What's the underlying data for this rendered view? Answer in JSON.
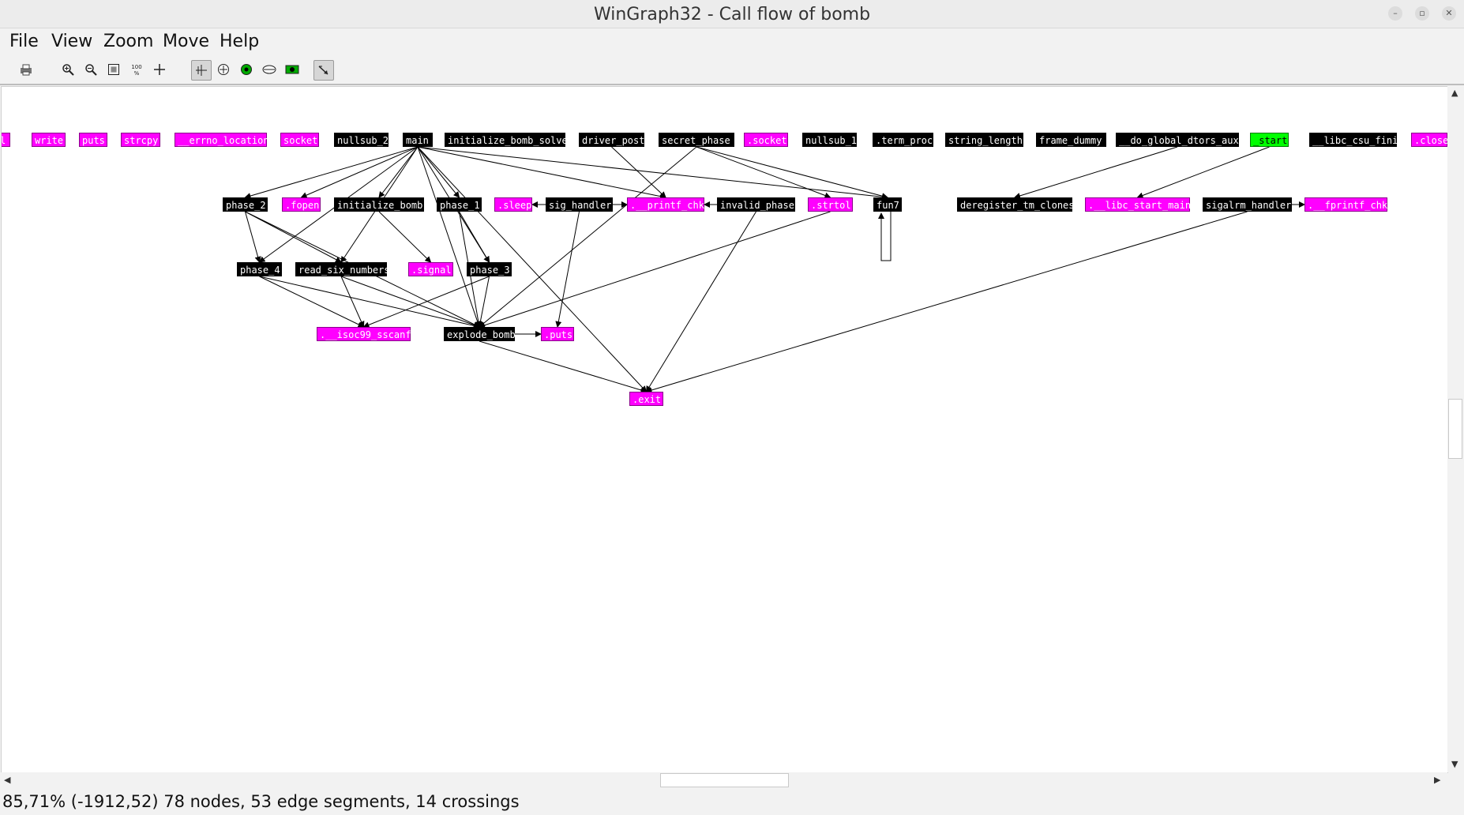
{
  "window": {
    "title": "WinGraph32 - Call flow of bomb",
    "controls": {
      "minimize": "–",
      "maximize": "▫",
      "close": "✕"
    }
  },
  "menu": [
    "File",
    "View",
    "Zoom",
    "Move",
    "Help"
  ],
  "toolbar": {
    "zoom_100_label": "100\n%"
  },
  "graph": {
    "colors": {
      "black": "#000000",
      "magenta": "#ff00ff",
      "green": "#00ff00",
      "edge": "#000000"
    },
    "nodes": [
      {
        "id": "n_l",
        "label": "l",
        "color": "magenta"
      },
      {
        "id": "n_write",
        "label": "write",
        "color": "magenta"
      },
      {
        "id": "n_puts",
        "label": "puts",
        "color": "magenta"
      },
      {
        "id": "n_strcpy",
        "label": "strcpy",
        "color": "magenta"
      },
      {
        "id": "n_errno",
        "label": "__errno_location",
        "color": "magenta"
      },
      {
        "id": "n_socket",
        "label": "socket",
        "color": "magenta"
      },
      {
        "id": "n_nullsub2",
        "label": "nullsub_2",
        "color": "black"
      },
      {
        "id": "n_main",
        "label": "main",
        "color": "black"
      },
      {
        "id": "n_ibs",
        "label": "initialize_bomb_solve",
        "color": "black"
      },
      {
        "id": "n_driver",
        "label": "driver_post",
        "color": "black"
      },
      {
        "id": "n_secret",
        "label": "secret_phase",
        "color": "black"
      },
      {
        "id": "n_dsocket",
        "label": ".socket",
        "color": "magenta"
      },
      {
        "id": "n_nullsub1",
        "label": "nullsub_1",
        "color": "black"
      },
      {
        "id": "n_term",
        "label": ".term_proc",
        "color": "black"
      },
      {
        "id": "n_strlen",
        "label": "string_length",
        "color": "black"
      },
      {
        "id": "n_frame",
        "label": "frame_dummy",
        "color": "black"
      },
      {
        "id": "n_dtors",
        "label": "__do_global_dtors_aux",
        "color": "black"
      },
      {
        "id": "n_start",
        "label": "_start",
        "color": "green"
      },
      {
        "id": "n_csufini",
        "label": "__libc_csu_fini",
        "color": "black"
      },
      {
        "id": "n_close",
        "label": ".close",
        "color": "magenta"
      },
      {
        "id": "n_phase2",
        "label": "phase_2",
        "color": "black"
      },
      {
        "id": "n_fopen",
        "label": ".fopen",
        "color": "magenta"
      },
      {
        "id": "n_initbomb",
        "label": "initialize_bomb",
        "color": "black"
      },
      {
        "id": "n_phase1",
        "label": "phase_1",
        "color": "black"
      },
      {
        "id": "n_sleep",
        "label": ".sleep",
        "color": "magenta"
      },
      {
        "id": "n_sighandler",
        "label": "sig_handler",
        "color": "black"
      },
      {
        "id": "n_printfchk",
        "label": ".__printf_chk",
        "color": "magenta"
      },
      {
        "id": "n_invalid",
        "label": "invalid_phase",
        "color": "black"
      },
      {
        "id": "n_strtol",
        "label": ".strtol",
        "color": "magenta"
      },
      {
        "id": "n_fun7",
        "label": "fun7",
        "color": "black"
      },
      {
        "id": "n_dereg",
        "label": "deregister_tm_clones",
        "color": "black"
      },
      {
        "id": "n_libcstart",
        "label": ".__libc_start_main",
        "color": "magenta"
      },
      {
        "id": "n_sigalrm",
        "label": "sigalrm_handler",
        "color": "black"
      },
      {
        "id": "n_fprintfchk",
        "label": ".__fprintf_chk",
        "color": "magenta"
      },
      {
        "id": "n_phase4",
        "label": "phase_4",
        "color": "black"
      },
      {
        "id": "n_readsix",
        "label": "read_six_numbers",
        "color": "black"
      },
      {
        "id": "n_signal",
        "label": ".signal",
        "color": "magenta"
      },
      {
        "id": "n_phase3",
        "label": "phase_3",
        "color": "black"
      },
      {
        "id": "n_sscanf",
        "label": ".__isoc99_sscanf",
        "color": "magenta"
      },
      {
        "id": "n_explode",
        "label": "explode_bomb",
        "color": "black"
      },
      {
        "id": "n_dputs",
        "label": ".puts",
        "color": "magenta"
      },
      {
        "id": "n_exit",
        "label": ".exit",
        "color": "magenta"
      }
    ],
    "edges": [
      [
        "n_main",
        "n_phase2"
      ],
      [
        "n_main",
        "n_fopen"
      ],
      [
        "n_main",
        "n_initbomb"
      ],
      [
        "n_main",
        "n_phase1"
      ],
      [
        "n_main",
        "n_printfchk"
      ],
      [
        "n_main",
        "n_phase4"
      ],
      [
        "n_main",
        "n_phase3"
      ],
      [
        "n_main",
        "n_readsix"
      ],
      [
        "n_main",
        "n_explode"
      ],
      [
        "n_main",
        "n_exit"
      ],
      [
        "n_main",
        "n_fun7"
      ],
      [
        "n_driver",
        "n_printfchk"
      ],
      [
        "n_secret",
        "n_strtol"
      ],
      [
        "n_secret",
        "n_fun7"
      ],
      [
        "n_secret",
        "n_explode"
      ],
      [
        "n_sighandler",
        "n_sleep"
      ],
      [
        "n_sighandler",
        "n_printfchk"
      ],
      [
        "n_sighandler",
        "n_dputs"
      ],
      [
        "n_invalid",
        "n_printfchk"
      ],
      [
        "n_invalid",
        "n_exit"
      ],
      [
        "n_fun7",
        "n_fun7"
      ],
      [
        "n_dtors",
        "n_dereg"
      ],
      [
        "n_start",
        "n_libcstart"
      ],
      [
        "n_sigalrm",
        "n_fprintfchk"
      ],
      [
        "n_sigalrm",
        "n_exit"
      ],
      [
        "n_phase2",
        "n_phase4"
      ],
      [
        "n_phase2",
        "n_readsix"
      ],
      [
        "n_phase2",
        "n_explode"
      ],
      [
        "n_initbomb",
        "n_signal"
      ],
      [
        "n_phase1",
        "n_explode"
      ],
      [
        "n_phase1",
        "n_phase3"
      ],
      [
        "n_strtol",
        "n_explode"
      ],
      [
        "n_phase4",
        "n_sscanf"
      ],
      [
        "n_phase4",
        "n_explode"
      ],
      [
        "n_readsix",
        "n_sscanf"
      ],
      [
        "n_readsix",
        "n_explode"
      ],
      [
        "n_phase3",
        "n_sscanf"
      ],
      [
        "n_phase3",
        "n_explode"
      ],
      [
        "n_explode",
        "n_dputs"
      ],
      [
        "n_explode",
        "n_exit"
      ]
    ]
  },
  "scrollbars": {
    "up": "▲",
    "down": "▼",
    "left": "◀",
    "right": "▶"
  },
  "status": "85,71% (-1912,52) 78 nodes, 53 edge segments, 14 crossings"
}
